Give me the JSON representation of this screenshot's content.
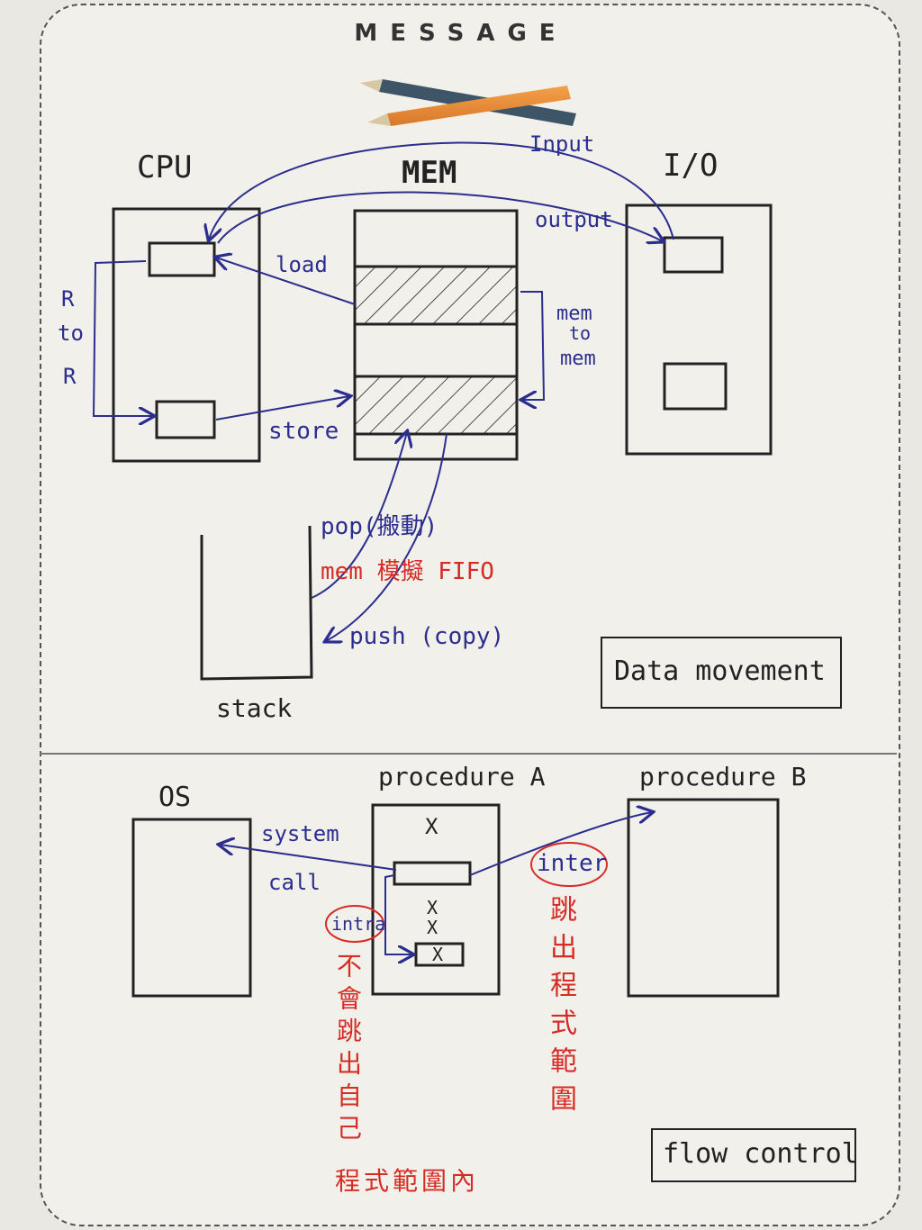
{
  "header": "MESSAGE",
  "data_movement": {
    "cpu": "CPU",
    "mem": "MEM",
    "io": "I/O",
    "input": "Input",
    "output": "output",
    "load": "load",
    "store": "store",
    "r_to_r": [
      "R",
      "to",
      "R"
    ],
    "mem_to_mem": [
      "mem",
      "to",
      "mem"
    ],
    "pop": "pop(搬動)",
    "mem_fifo": "mem 模擬 FIFO",
    "push": "push (copy)",
    "stack": "stack",
    "section_label": "Data movement"
  },
  "flow_control": {
    "os": "OS",
    "procedure_a": "procedure A",
    "procedure_b": "procedure B",
    "system": "system",
    "call": "call",
    "intra": "intra",
    "inter": "inter",
    "intra_note_vertical": "不會跳出自己",
    "intra_note_line": "程式範圍內",
    "inter_note_vertical": "跳出程式範圍",
    "x_mark": "X",
    "section_label": "flow control"
  },
  "colors": {
    "ink": "#222222",
    "blue_ink": "#2b2d8f",
    "red_ink": "#d72b25"
  }
}
